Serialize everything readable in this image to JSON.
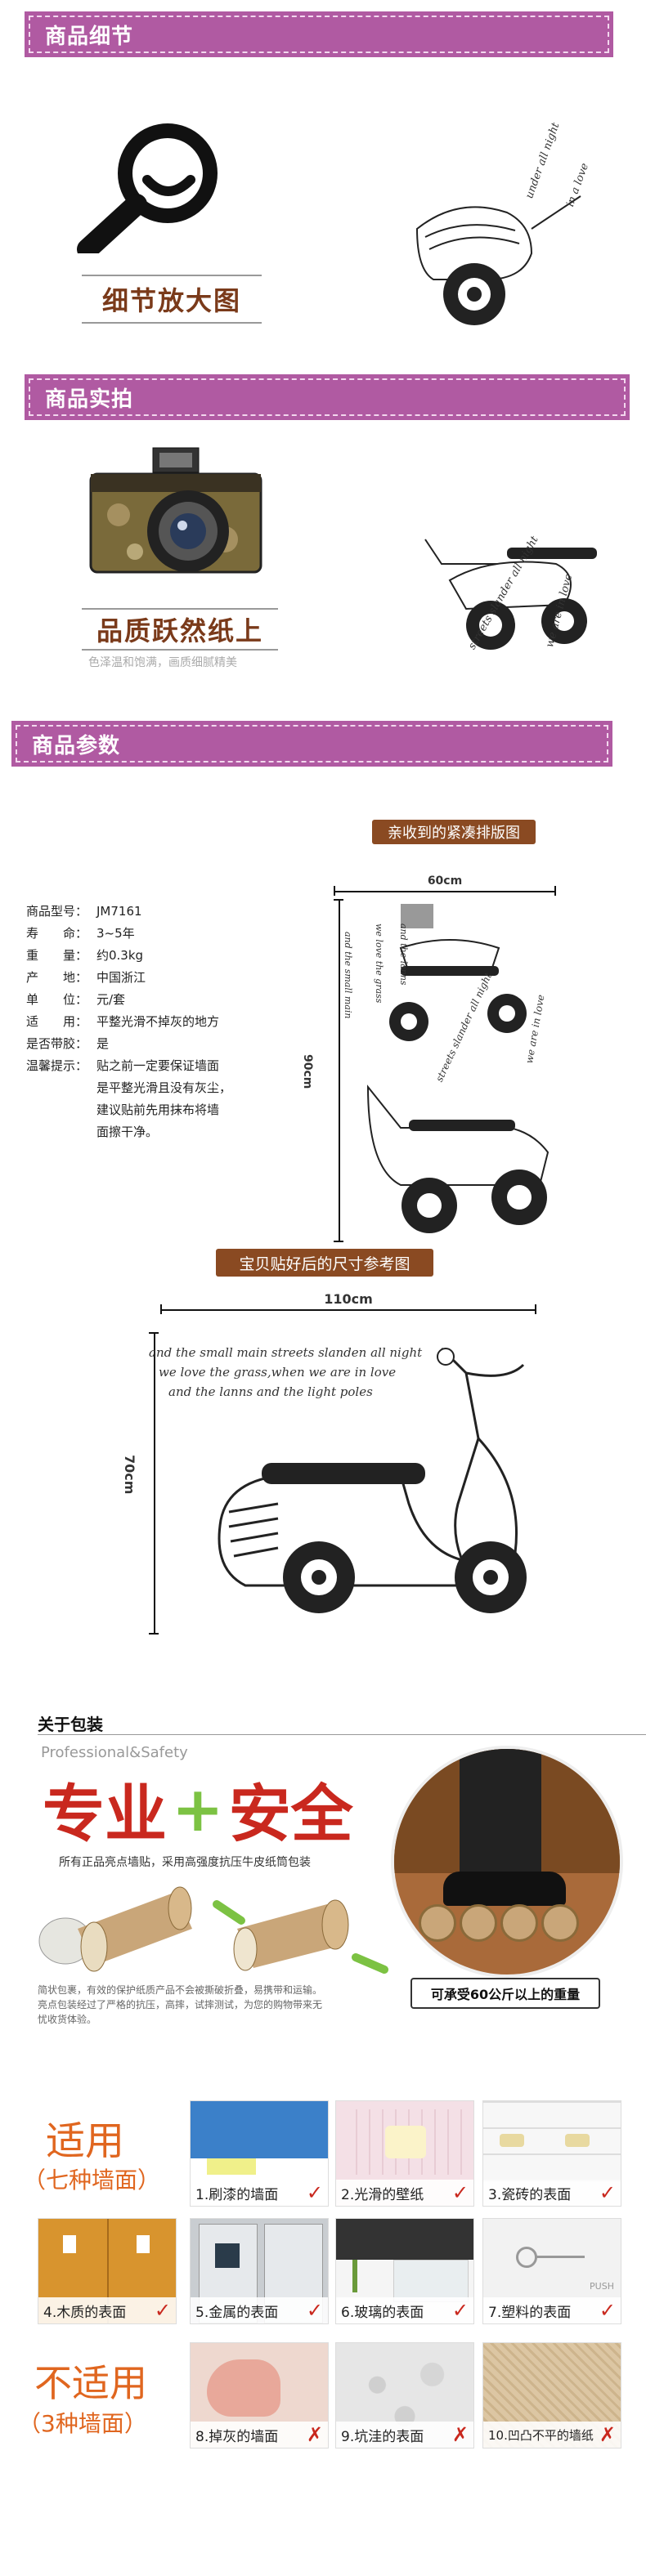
{
  "sections": {
    "detail_title": "商品细节",
    "real_title": "商品实拍",
    "params_title": "商品参数"
  },
  "detail": {
    "zoom_label": "细节放大图",
    "script_text": [
      "under all night",
      "in a love"
    ]
  },
  "real": {
    "quality_title": "品质跃然纸上",
    "quality_sub": "色泽温和饱满，画质细腻精美",
    "script_text": [
      "streets slander all night",
      "we are in love"
    ]
  },
  "params": {
    "compact_label": "亲收到的紧凑排版图",
    "width_label": "60cm",
    "height_label": "90cm",
    "specs": [
      {
        "label": "商品型号：",
        "value": "JM7161"
      },
      {
        "label": "寿　　命：",
        "value": "3~5年"
      },
      {
        "label": "重　　量：",
        "value": "约0.3kg"
      },
      {
        "label": "产　　地：",
        "value": "中国浙江"
      },
      {
        "label": "单　　位：",
        "value": "元/套"
      },
      {
        "label": "适　　用：",
        "value": "平整光滑不掉灰的地方"
      },
      {
        "label": "是否带胶：",
        "value": "是"
      },
      {
        "label": "温馨提示：",
        "value": "贴之前一定要保证墙面"
      }
    ],
    "tip_lines": [
      "是平整光滑且没有灰尘，",
      "建议贴前先用抹布将墙",
      "面擦干净。"
    ],
    "compact_script": [
      "and the small main",
      "we love the grass",
      "and the lanns",
      "streets slander all night",
      "we are in love"
    ]
  },
  "size": {
    "label": "宝贝贴好后的尺寸参考图",
    "width_label": "110cm",
    "height_label": "70cm",
    "script_lines": [
      "and the small main streets slanden all night",
      "we love the grass,when we are in love",
      "and the lanns and the light poles"
    ]
  },
  "packaging": {
    "title": "关于包装",
    "subtitle": "Professional&Safety",
    "word_pro": "专业",
    "plus": "+",
    "word_safe": "安全",
    "desc": "所有正品亮点墙贴，采用高强度抗压牛皮纸筒包装",
    "notes": [
      "简状包裹，有效的保护纸质产品不会被撕破折叠，易携带和运输。",
      "亮点包装经过了严格的抗压，高摔，试摔测试，为您的购物带来无",
      "忧收货体验。"
    ],
    "weight_badge": "可承受60公斤以上的重量"
  },
  "suitable": {
    "title": "适用",
    "subtitle": "（七种墙面）",
    "items": [
      "1.刷漆的墙面",
      "2.光滑的壁纸",
      "3.瓷砖的表面",
      "4.木质的表面",
      "5.金属的表面",
      "6.玻璃的表面",
      "7.塑料的表面"
    ],
    "push_label": "PUSH"
  },
  "unsuitable": {
    "title": "不适用",
    "subtitle": "（3种墙面）",
    "items": [
      "8.掉灰的墙面",
      "9.坑洼的表面",
      "10.凹凸不平的墙纸"
    ]
  },
  "colors": {
    "banner": "#b05aa2",
    "brown": "#8a4a22",
    "accent_red": "#c9281e",
    "accent_green": "#7cc243"
  }
}
